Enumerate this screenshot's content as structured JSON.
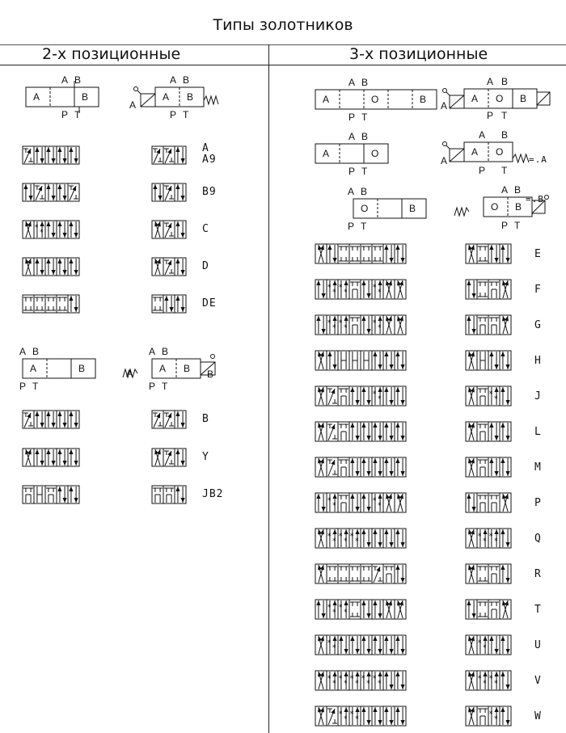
{
  "title": "Типы золотников",
  "col2_title": "2-х позиционные",
  "col3_title": "3-х позиционные",
  "port_labels": {
    "a": "A",
    "b": "B",
    "p": "P",
    "t": "T",
    "o": "O"
  },
  "codes_2pos_a": [
    "A\nA9",
    "B9",
    "C",
    "D",
    "DE"
  ],
  "codes_2pos_b": [
    "B",
    "Y",
    "JB2"
  ],
  "codes_3pos": [
    "E",
    "F",
    "G",
    "H",
    "J",
    "L",
    "M",
    "P",
    "Q",
    "R",
    "T",
    "U",
    "V",
    "W"
  ],
  "side_label_a": "A",
  "side_label_b": "B",
  "spring_label_a": "=.A",
  "spring_label_b": "=.B"
}
